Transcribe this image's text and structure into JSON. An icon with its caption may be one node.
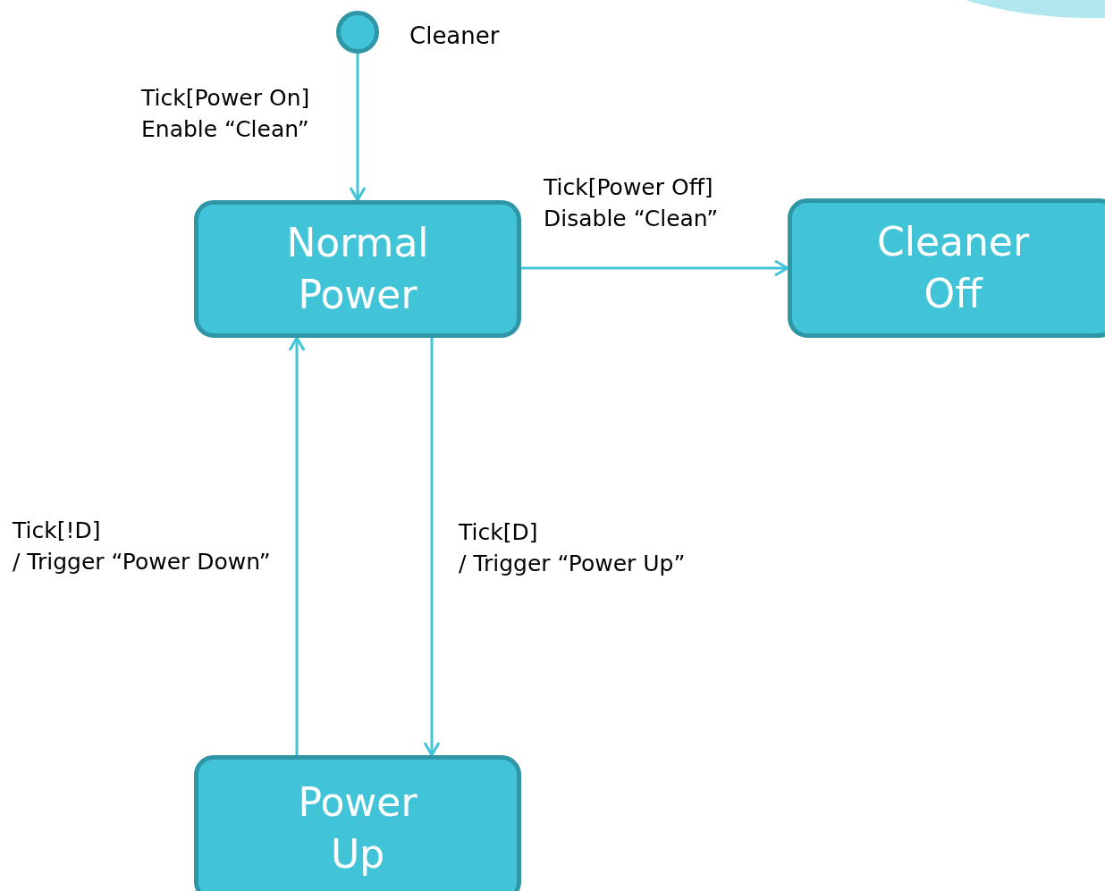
{
  "diagram": {
    "nodes": [
      {
        "text": [],
        "shape": "circle",
        "beside": [
          "Cleaner"
        ]
      },
      {
        "text": [
          "Normal Power"
        ]
      },
      {
        "text": [
          "Cleaner Off"
        ]
      },
      {
        "text": [
          "Power Up"
        ]
      }
    ],
    "edges": [
      {
        "from": 0,
        "to": 1,
        "arrow": "to",
        "label": "Tick[Power On] Enable “Clean”"
      },
      {
        "from": 1,
        "to": 2,
        "arrow": "to",
        "label": "Tick[Power Off] Disable “Clean”"
      },
      {
        "from": 1,
        "to": 3,
        "arrow": "to",
        "label": "Tick[D] / Trigger “Power Up”"
      },
      {
        "from": 3,
        "to": 1,
        "arrow": "to",
        "label": "Tick[!D] / Trigger “Power Down”"
      }
    ]
  }
}
